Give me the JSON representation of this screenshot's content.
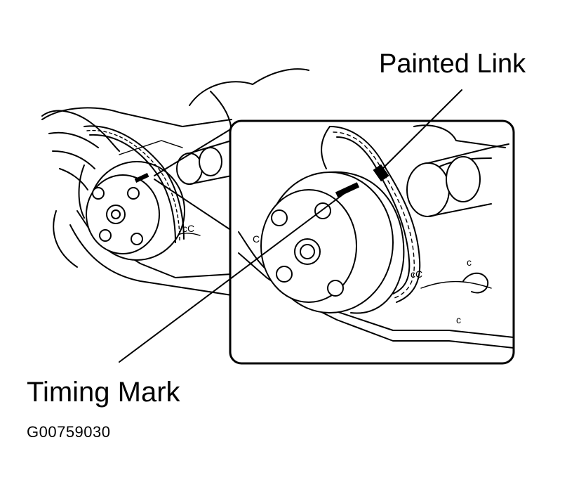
{
  "labels": {
    "painted_link": "Painted Link",
    "timing_mark": "Timing Mark",
    "figure_code": "G00759030"
  }
}
